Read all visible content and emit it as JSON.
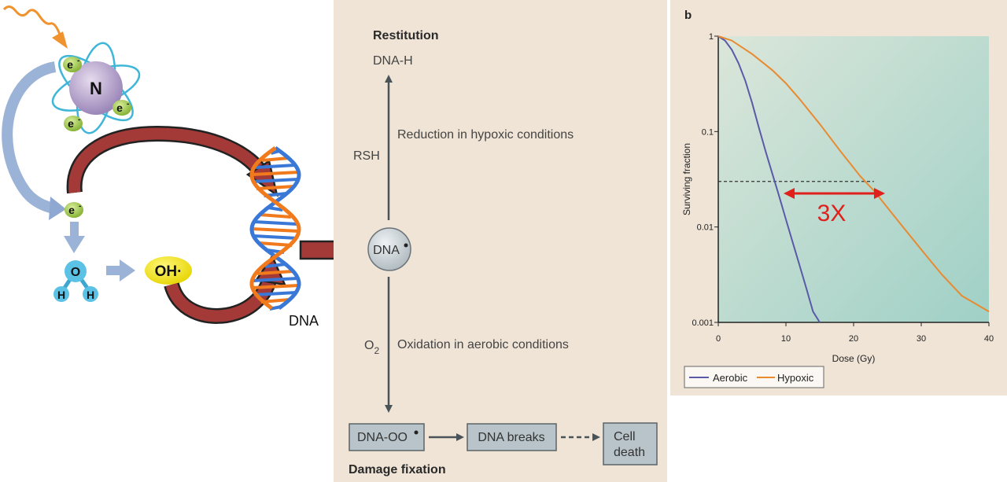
{
  "left_diagram": {
    "atom_label": "N",
    "electron_label": "e",
    "electron_sup": "-",
    "water_o": "O",
    "water_h": "H",
    "radical_label": "OH·",
    "dna_label": "DNA"
  },
  "center_panel": {
    "title_top": "Restitution",
    "product_top": "DNA-H",
    "rsh_label": "RSH",
    "reduction_label": "Reduction in hypoxic conditions",
    "center_node": "DNA",
    "o2_label": "O",
    "o2_sub": "2",
    "oxidation_label": "Oxidation in aerobic conditions",
    "box1": "DNA-OO",
    "box2": "DNA breaks",
    "box3_line1": "Cell",
    "box3_line2": "death",
    "title_bottom": "Damage fixation"
  },
  "right_chart": {
    "panel_letter": "b",
    "annotation": "3X",
    "legend": [
      "Aerobic",
      "Hypoxic"
    ]
  },
  "colors": {
    "panel_bg": "#efe4d6",
    "aerobic": "#5a5aa8",
    "hypoxic": "#e88a30",
    "annotation": "#e0201c",
    "dark_arrow": "#a33a38"
  },
  "chart_data": {
    "type": "line",
    "xlabel": "Dose (Gy)",
    "ylabel": "Surviving fraction",
    "xlim": [
      0,
      40
    ],
    "ylim": [
      0.001,
      1
    ],
    "yscale": "log",
    "x_ticks": [
      "0",
      "10",
      "20",
      "30",
      "40"
    ],
    "y_ticks": [
      "0.001",
      "0.01",
      "0.1",
      "1"
    ],
    "legend_position": "bottom-left",
    "series": [
      {
        "name": "Aerobic",
        "x": [
          0,
          1,
          2,
          3,
          4,
          5,
          6,
          7,
          8,
          9,
          10,
          11,
          12,
          13,
          14,
          15
        ],
        "y": [
          1,
          0.9,
          0.72,
          0.52,
          0.34,
          0.2,
          0.11,
          0.062,
          0.036,
          0.021,
          0.012,
          0.0069,
          0.004,
          0.0023,
          0.0013,
          0.001
        ]
      },
      {
        "name": "Hypoxic",
        "x": [
          0,
          2,
          5,
          8,
          10,
          12,
          15,
          18,
          21,
          23,
          26,
          30,
          33,
          36,
          40
        ],
        "y": [
          1,
          0.9,
          0.65,
          0.44,
          0.32,
          0.22,
          0.12,
          0.063,
          0.034,
          0.024,
          0.013,
          0.0058,
          0.0032,
          0.0019,
          0.0013
        ]
      }
    ],
    "reference_line": {
      "y": 0.03,
      "x_from": 0,
      "x_to": 23
    }
  }
}
